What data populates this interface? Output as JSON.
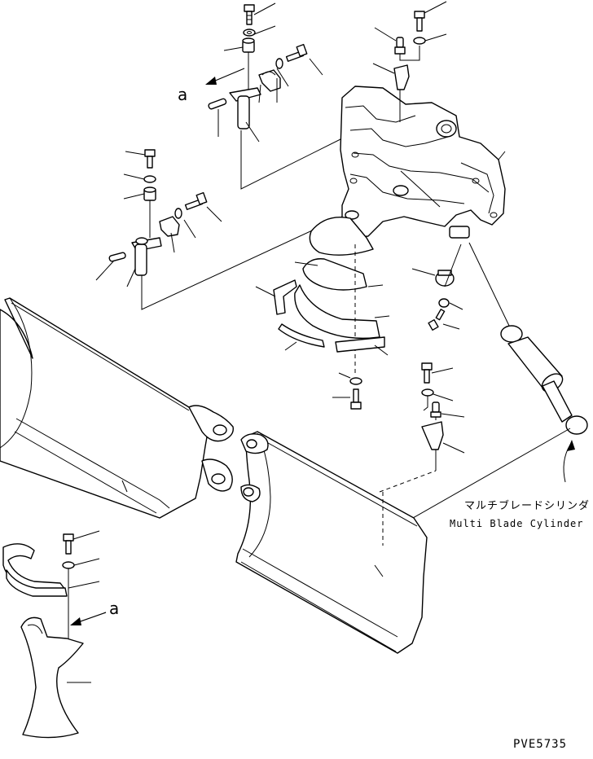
{
  "references": {
    "a_upper": "a",
    "a_lower": "a"
  },
  "callout": {
    "label_jp": "マルチブレードシリンダ",
    "label_en": "Multi Blade Cylinder"
  },
  "drawing_id": "PVE5735"
}
